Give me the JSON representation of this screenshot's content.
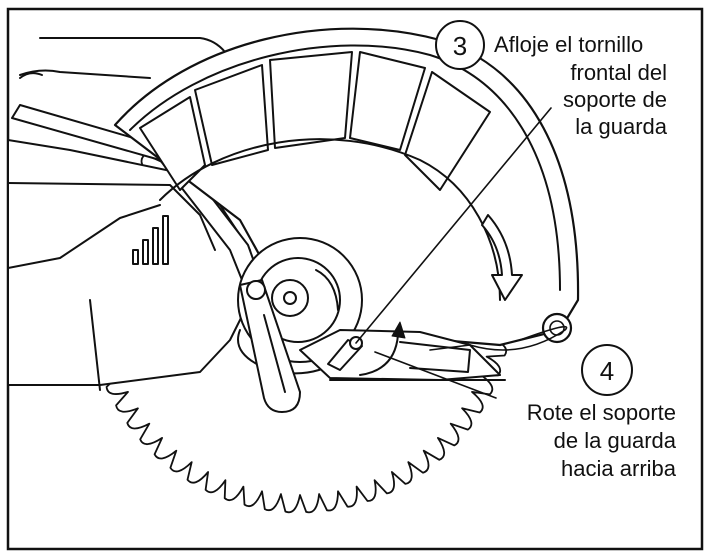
{
  "steps": [
    {
      "number": "3",
      "lines": [
        "Afloje el tornillo",
        "frontal del",
        "soporte de",
        "la guarda"
      ]
    },
    {
      "number": "4",
      "lines": [
        "Rote el soporte",
        "de la guarda",
        "hacia arriba"
      ]
    }
  ],
  "colors": {
    "line": "#111111",
    "background": "#ffffff",
    "segment_fill": "#ffffff"
  }
}
